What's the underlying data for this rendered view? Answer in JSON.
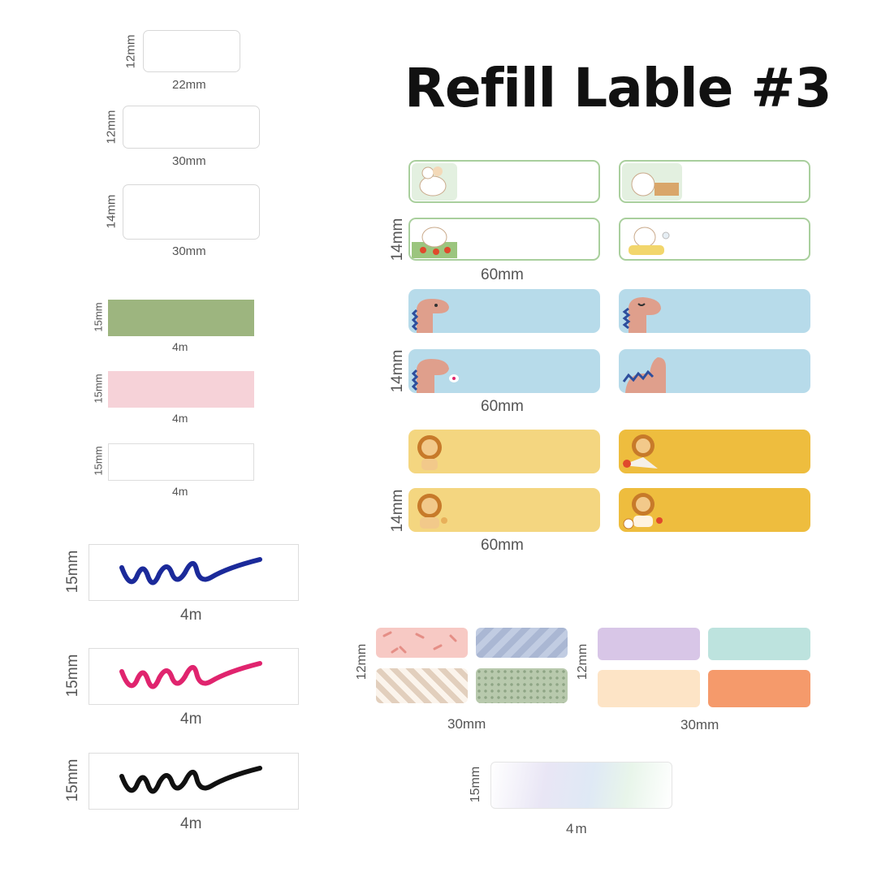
{
  "title": "Refill Lable #3",
  "left_labels": [
    {
      "height": "12mm",
      "width": "22mm"
    },
    {
      "height": "12mm",
      "width": "30mm"
    },
    {
      "height": "14mm",
      "width": "30mm"
    }
  ],
  "tape_rolls": [
    {
      "height": "15mm",
      "length": "4m",
      "color": "#9db57f"
    },
    {
      "height": "15mm",
      "length": "4m",
      "color": "#f6d2d8"
    },
    {
      "height": "15mm",
      "length": "4m",
      "color": "#ffffff"
    }
  ],
  "ink_tapes": [
    {
      "height": "15mm",
      "length": "4m",
      "color": "#1b2a9a"
    },
    {
      "height": "15mm",
      "length": "4m",
      "color": "#e0246e"
    },
    {
      "height": "15mm",
      "length": "4m",
      "color": "#111111"
    }
  ],
  "character_groups": [
    {
      "height": "14mm",
      "width": "60mm",
      "theme": "rabbit"
    },
    {
      "height": "14mm",
      "width": "60mm",
      "theme": "dinosaur"
    },
    {
      "height": "14mm",
      "width": "60mm",
      "theme": "lion"
    }
  ],
  "pattern_groups": [
    {
      "height": "12mm",
      "width": "30mm",
      "colors": [
        "#f7c9c4",
        "#c1cce2",
        "#e2cfbd",
        "#b8c9ad"
      ]
    },
    {
      "height": "12mm",
      "width": "30mm",
      "colors": [
        "#d8c6e7",
        "#bde3de",
        "#fde4c6",
        "#f59a6b"
      ]
    }
  ],
  "holo_tape": {
    "height": "15mm",
    "length": "4m"
  }
}
